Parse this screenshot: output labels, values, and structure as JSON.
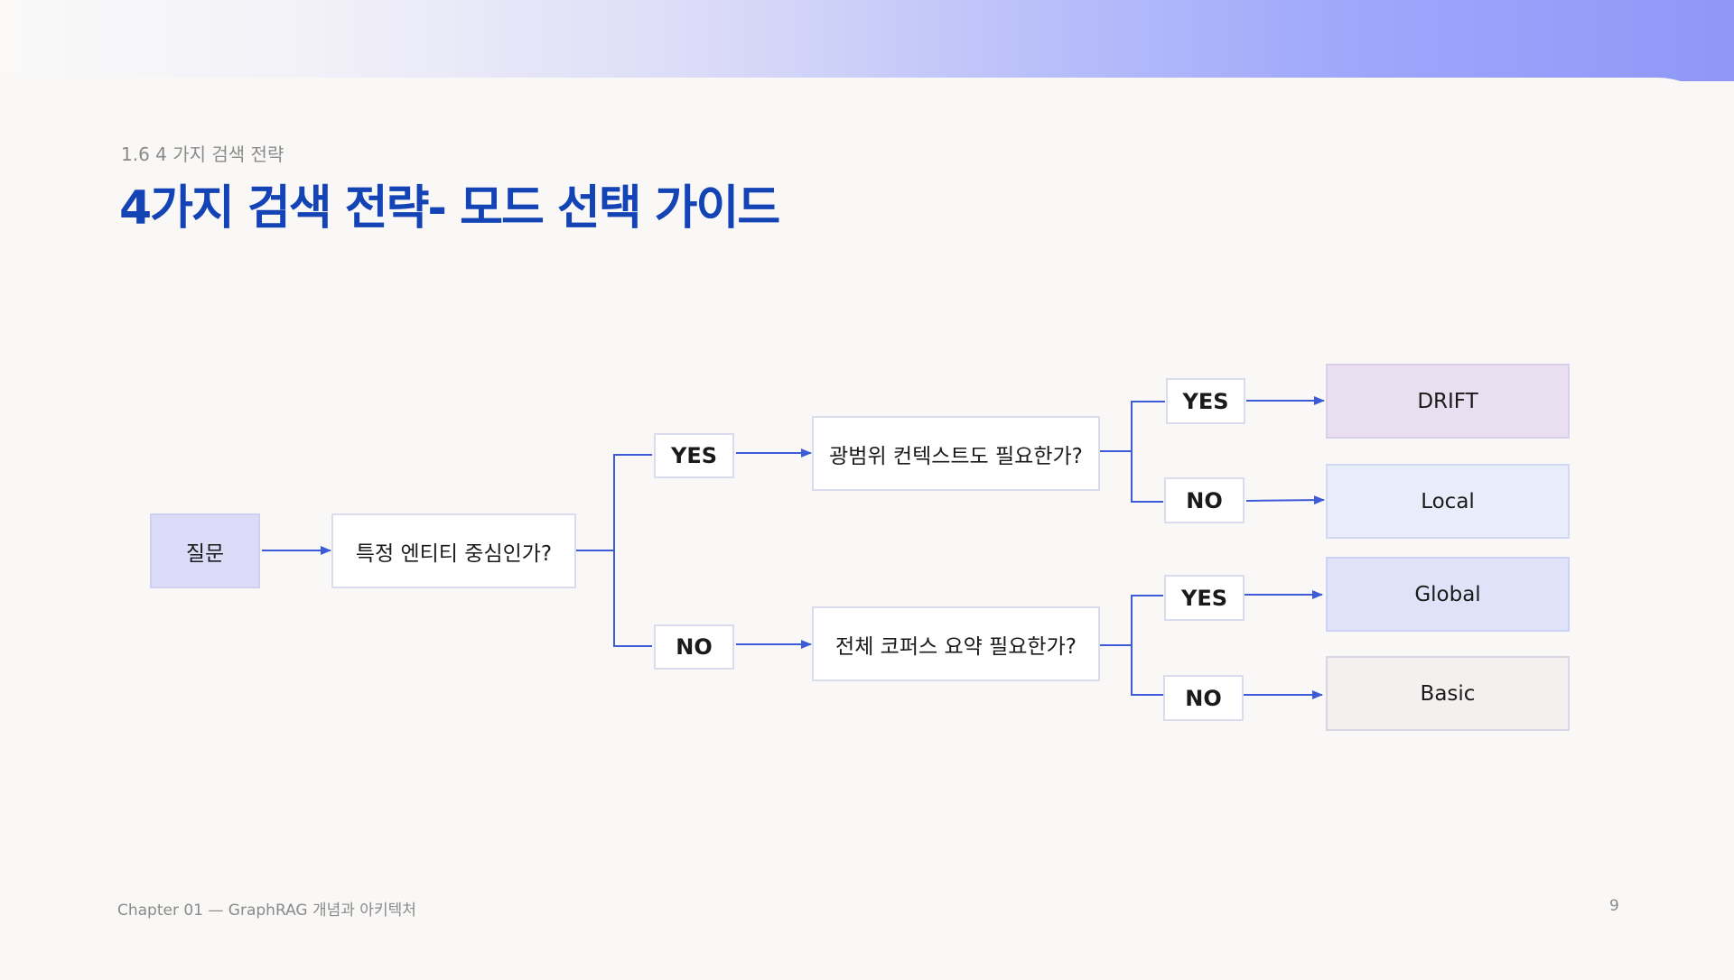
{
  "header": {
    "section": "1.6 4 가지 검색 전략",
    "title": "4가지 검색 전략- 모드 선택 가이드"
  },
  "flow": {
    "start": "질문",
    "q1": "특정 엔티티 중심인가?",
    "q1_yes": "YES",
    "q1_no": "NO",
    "q2": "광범위 컨텍스트도 필요한가?",
    "q2_yes": "YES",
    "q2_no": "NO",
    "q3": "전체 코퍼스 요약 필요한가?",
    "q3_yes": "YES",
    "q3_no": "NO",
    "out_drift": "DRIFT",
    "out_local": "Local",
    "out_global": "Global",
    "out_basic": "Basic"
  },
  "footer": {
    "chapter": "Chapter 01 — GraphRAG 개념과 아키텍처",
    "page": "9"
  },
  "colors": {
    "title": "#1343b4",
    "connector": "#3d5bd6",
    "drift": "#eadff0",
    "local": "#e9ecfb",
    "global": "#dee3fa",
    "basic": "#f3f0ef",
    "start": "#dcdcf8"
  }
}
